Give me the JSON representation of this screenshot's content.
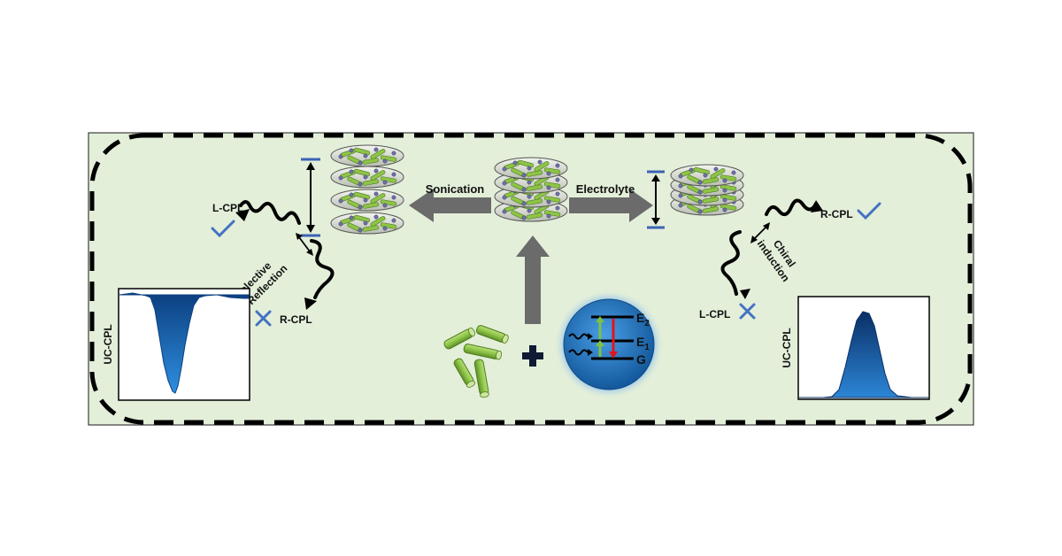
{
  "labels": {
    "sonication": "Sonication",
    "electrolyte": "Electrolyte",
    "left_lcpl": "L-CPL",
    "left_rcpl": "R-CPL",
    "selective": "Selective",
    "reflection": "Reflection",
    "right_rcpl": "R-CPL",
    "right_lcpl": "L-CPL",
    "chiral": "Chiral",
    "induction": "induction",
    "left_plot_ylabel": "UC-CPL",
    "right_plot_ylabel": "UC-CPL",
    "level_e2_main": "E",
    "level_e2_sub": "2",
    "level_e1_main": "E",
    "level_e1_sub": "1",
    "level_g": "G"
  },
  "colors": {
    "panel_bg": "#e3efd9",
    "panel_border": "#000000",
    "process_arrow": "#6b6b6b",
    "rod_green": "#8dc447",
    "sphere_blue": "#1d6fb8",
    "check_blue": "#4472c4",
    "cross_blue": "#4472c4",
    "excite_arrow": "#7fc241",
    "emit_arrow": "#e3141b"
  },
  "icons": {
    "check": "check-icon",
    "cross": "cross-icon",
    "plus": "plus-icon"
  }
}
